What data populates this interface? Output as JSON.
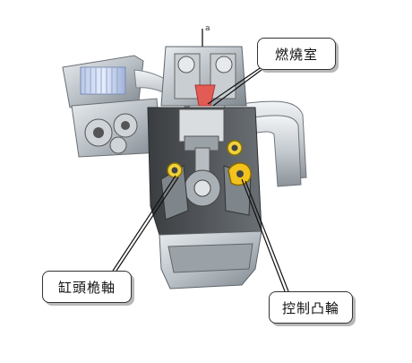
{
  "callouts": {
    "combustion_chamber": "燃燒室",
    "crankshaft": "缸頭桅軸",
    "control_cam": "控制凸輪"
  },
  "top_mark": "a"
}
